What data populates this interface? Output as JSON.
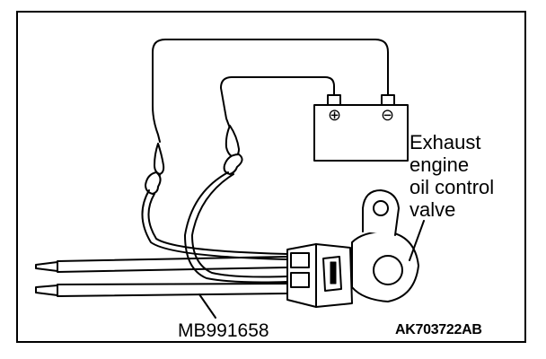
{
  "labels": {
    "valve_line1": "Exhaust",
    "valve_line2": "engine",
    "valve_line3": "oil control",
    "valve_line4": "valve",
    "tool": "MB991658",
    "figure_code": "AK703722AB"
  },
  "symbols": {
    "positive": "⊕",
    "negative": "⊖"
  }
}
